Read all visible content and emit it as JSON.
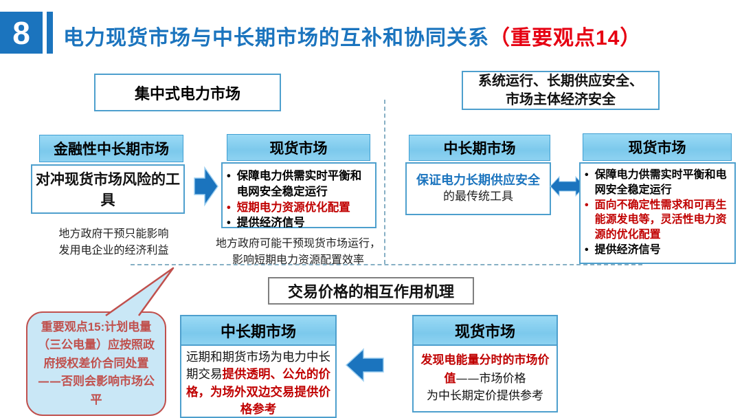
{
  "header": {
    "number": "8",
    "title": "电力现货市场与中长期市场的互补和协同关系",
    "title_highlight": "（重要观点14）"
  },
  "left": {
    "header": "集中式电力市场",
    "mlt": {
      "title": "金融性中长期市场",
      "body": "对冲现货市场风险的工具",
      "note": "地方政府干预只能影响\n发用电企业的经济利益"
    },
    "spot": {
      "title": "现货市场",
      "bullets": [
        {
          "text": "保障电力供需实时平衡和电网安全稳定运行",
          "color": "black"
        },
        {
          "text": "短期电力资源优化配置",
          "color": "red"
        },
        {
          "text": "提供经济信号",
          "color": "black"
        }
      ],
      "note": "地方政府可能干预现货市场运行，\n影响短期电力资源配置效率"
    }
  },
  "right": {
    "header": "系统运行、长期供应安全、\n市场主体经济安全",
    "mlt": {
      "title": "中长期市场",
      "body_highlight": "保证电力长期供应安全",
      "body_rest": "的最传统工具"
    },
    "spot": {
      "title": "现货市场",
      "bullets": [
        {
          "text": "保障电力供需实时平衡和电网安全稳定运行",
          "color": "black"
        },
        {
          "text": "面向不确定性需求和可再生能源发电等，灵活性电力资源的优化配置",
          "color": "red"
        },
        {
          "text": "提供经济信号",
          "color": "black"
        }
      ]
    }
  },
  "bottom": {
    "header": "交易价格的相互作用机理",
    "mlt": {
      "title": "中长期市场",
      "body_black": "远期和期货市场为电力中长期交易",
      "body_red": "提供透明、公允的价格，为场外双边交易提供价格参考"
    },
    "spot": {
      "title": "现货市场",
      "body_red": "发现电能量分时的市场价值",
      "body_mid": "——市场价格",
      "body_tail": "为中长期定价提供参考"
    }
  },
  "callout": {
    "label": "重要观点15:",
    "text": "计划电量（三公电量）应按照政府授权差价合同处置——否则会影响市场公平"
  },
  "colors": {
    "accent_blue": "#1B74BE",
    "cyan_fill": "#7ECBEE",
    "box_border": "#4D9FCD",
    "red_text": "#C00000",
    "title_red": "#E60012",
    "callout_border": "#C0504D",
    "callout_fill": "#C9E7F6",
    "dash_line": "#86AFC4",
    "gray_border": "#7f7f7f"
  }
}
